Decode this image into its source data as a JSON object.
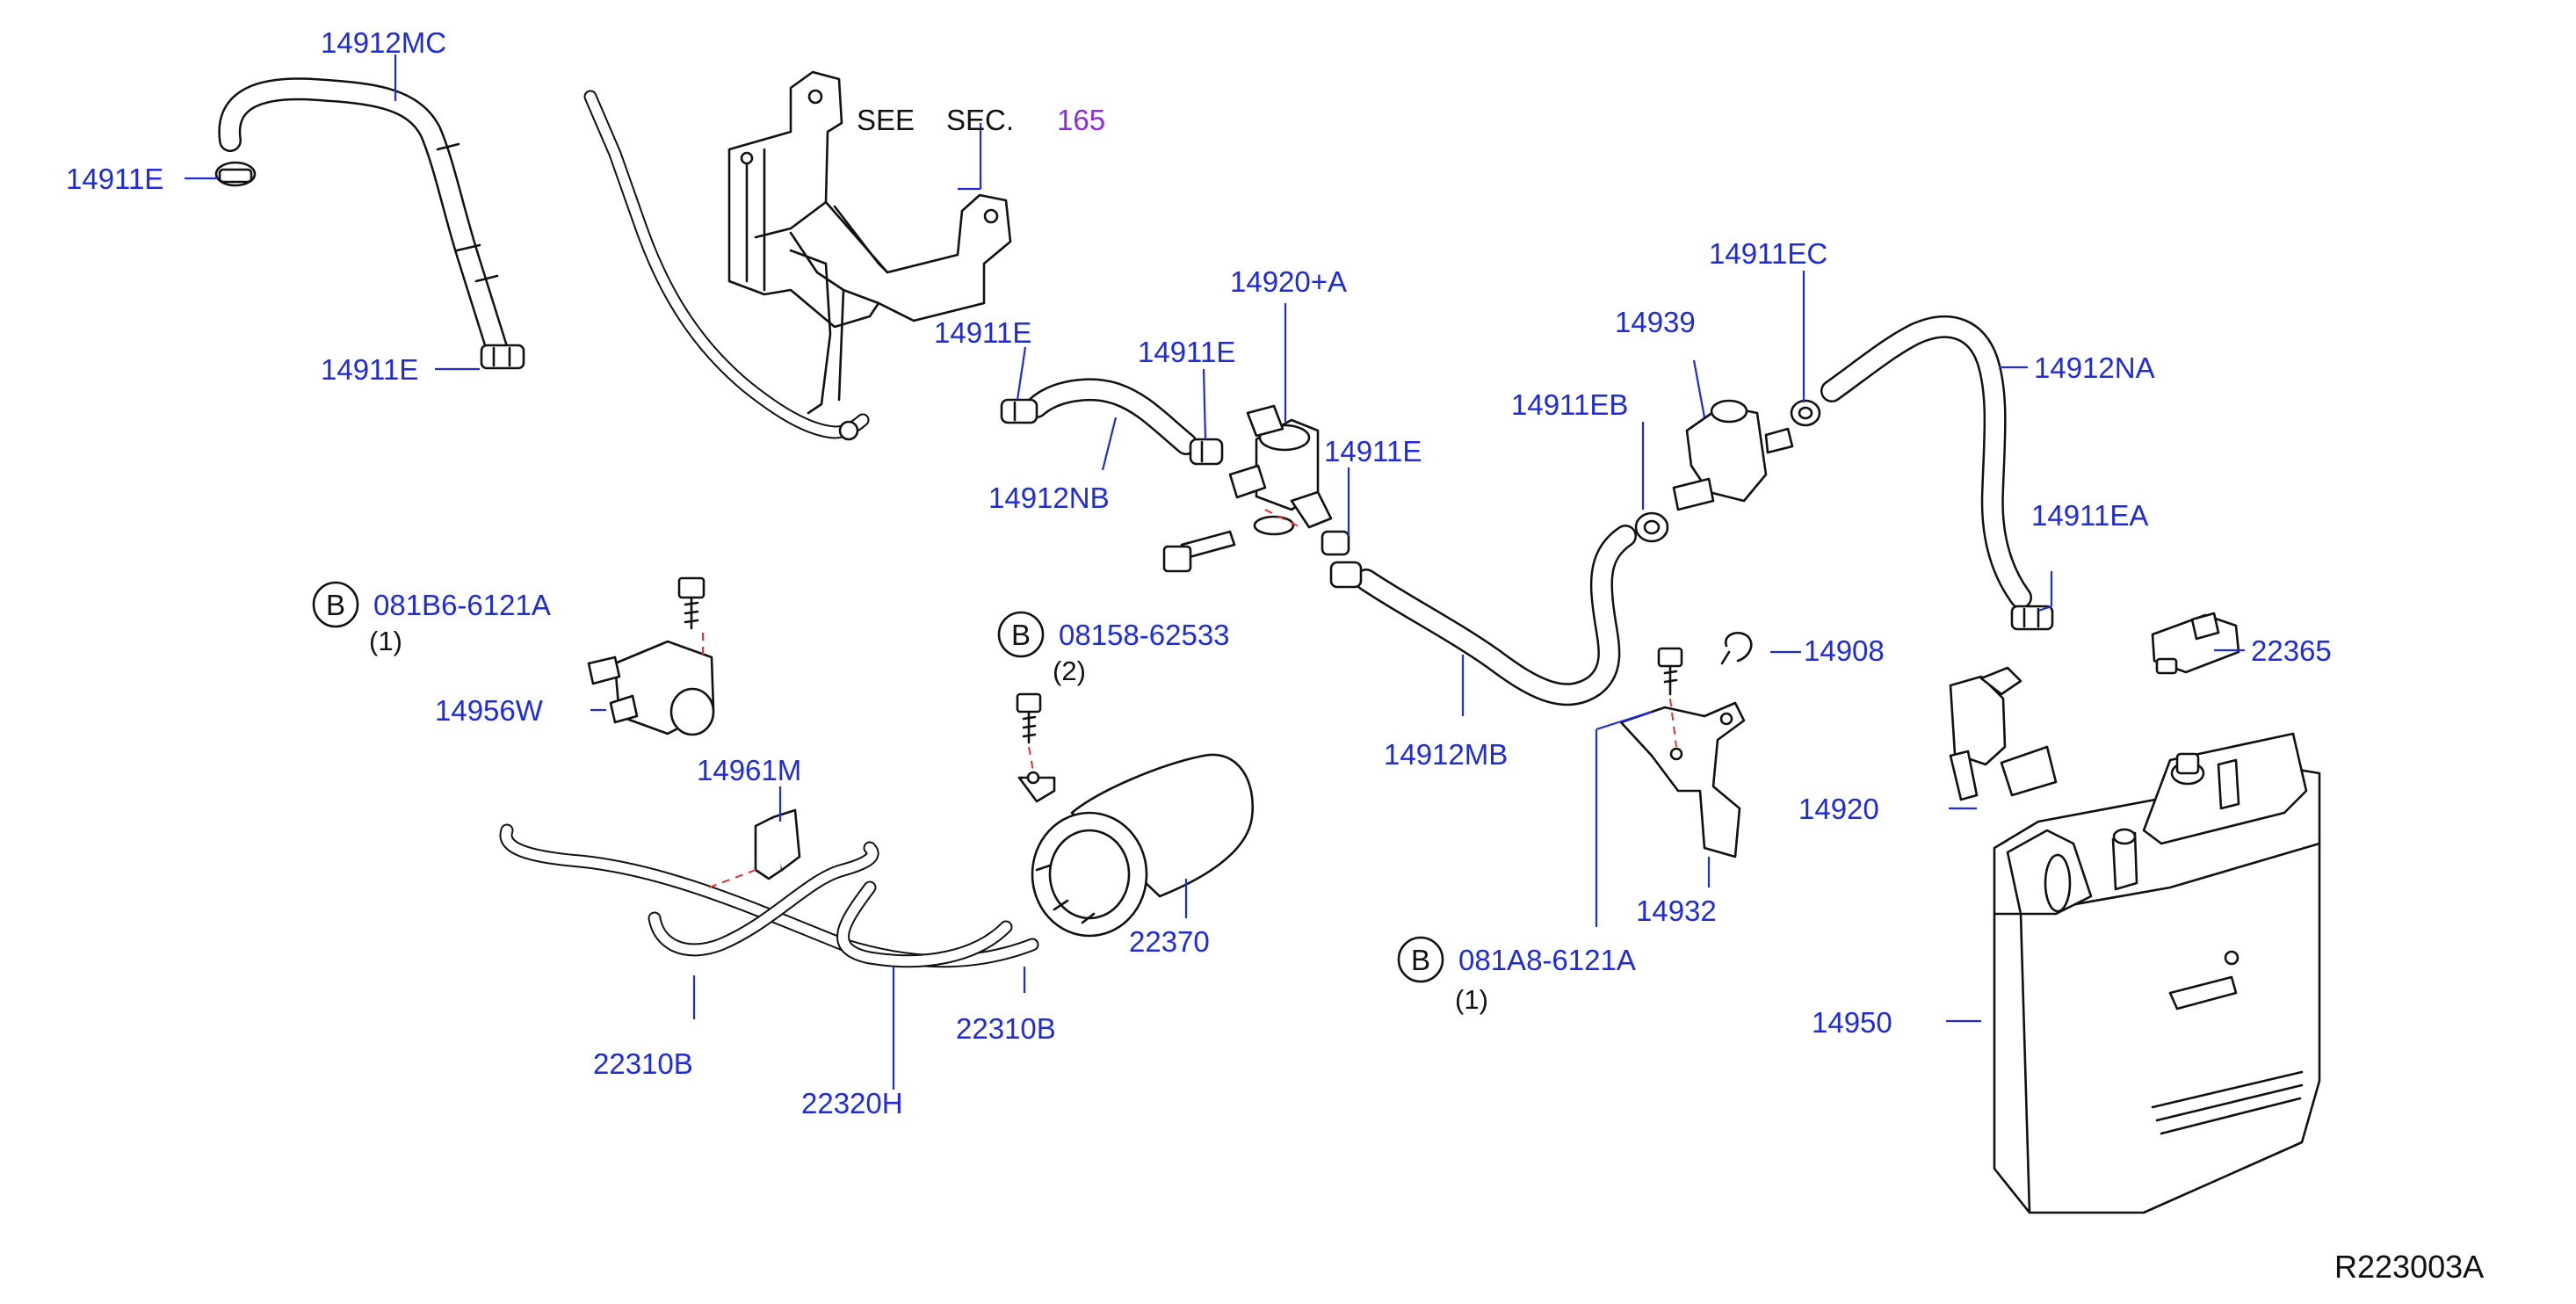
{
  "see_section": {
    "word1": "SEE",
    "word2": "SEC.",
    "number": "165"
  },
  "bolts": {
    "b1": {
      "mark": "B",
      "code": "081B6-6121A",
      "qty": "(1)"
    },
    "b2": {
      "mark": "B",
      "code": "08158-62533",
      "qty": "(2)"
    },
    "b3": {
      "mark": "B",
      "code": "081A8-6121A",
      "qty": "(1)"
    }
  },
  "parts": {
    "p14912MC": "14912MC",
    "p14911E_a": "14911E",
    "p14911E_b": "14911E",
    "p14911E_c": "14911E",
    "p14911E_d": "14911E",
    "p14911E_e": "14911E",
    "p14920A": "14920+A",
    "p14912NB": "14912NB",
    "p14939": "14939",
    "p14911EC": "14911EC",
    "p14912NA": "14912NA",
    "p14911EB": "14911EB",
    "p14911EA": "14911EA",
    "p14956W": "14956W",
    "p14961M": "14961M",
    "p22365": "22365",
    "p14908": "14908",
    "p14912MB": "14912MB",
    "p14920": "14920",
    "p14932": "14932",
    "p22370": "22370",
    "p22310B_a": "22310B",
    "p22310B_b": "22310B",
    "p22320H": "22320H",
    "p14950": "14950"
  },
  "diagram_ref": "R223003A",
  "colors": {
    "part_label": "#1f2bd6",
    "section_link": "#8a2be2",
    "leader_hidden": "#e53030",
    "drawing": "#111111"
  }
}
